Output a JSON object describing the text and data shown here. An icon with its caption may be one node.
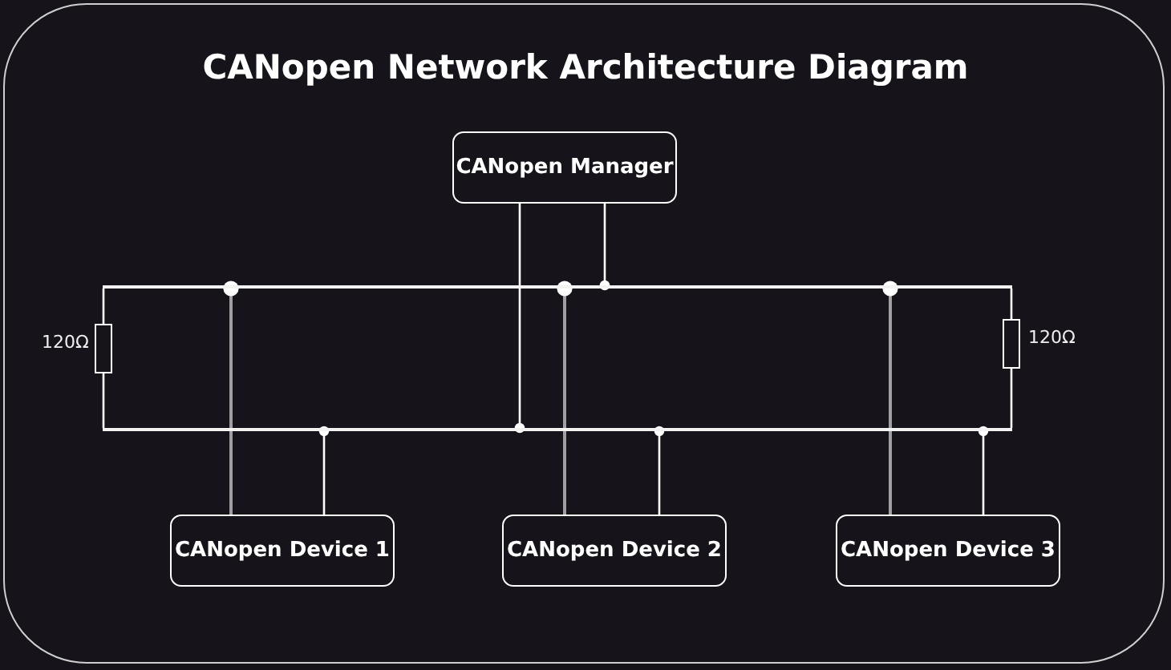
{
  "diagram": {
    "title": "CANopen Network Architecture Diagram",
    "nodes": [
      {
        "text": [
          "CANopen Manager"
        ]
      },
      {
        "text": [
          "CANopen Device 1"
        ]
      },
      {
        "text": [
          "CANopen Device 2"
        ]
      },
      {
        "text": [
          "CANopen Device 3"
        ]
      },
      {
        "text": [],
        "shape": "bar"
      },
      {
        "text": [],
        "shape": "bar"
      },
      {
        "text": [],
        "shape": "box",
        "beside": [
          "120Ω"
        ]
      },
      {
        "text": [],
        "shape": "box",
        "beside": [
          "120Ω"
        ]
      }
    ],
    "edges": [
      {
        "from": 0,
        "to": 4,
        "arrow": "other"
      },
      {
        "from": 0,
        "to": 5,
        "arrow": "other"
      },
      {
        "from": 1,
        "to": 4,
        "arrow": "other",
        "color": "#a0a0a0"
      },
      {
        "from": 1,
        "to": 5,
        "arrow": "other"
      },
      {
        "from": 2,
        "to": 4,
        "arrow": "other",
        "color": "#a0a0a0"
      },
      {
        "from": 2,
        "to": 5,
        "arrow": "other"
      },
      {
        "from": 3,
        "to": 4,
        "arrow": "other",
        "color": "#a0a0a0"
      },
      {
        "from": 3,
        "to": 5,
        "arrow": "other"
      },
      {
        "from": 6,
        "to": 4,
        "arrow": "none"
      },
      {
        "from": 6,
        "to": 5,
        "arrow": "none"
      },
      {
        "from": 7,
        "to": 4,
        "arrow": "none"
      },
      {
        "from": 7,
        "to": 5,
        "arrow": "none"
      }
    ]
  }
}
